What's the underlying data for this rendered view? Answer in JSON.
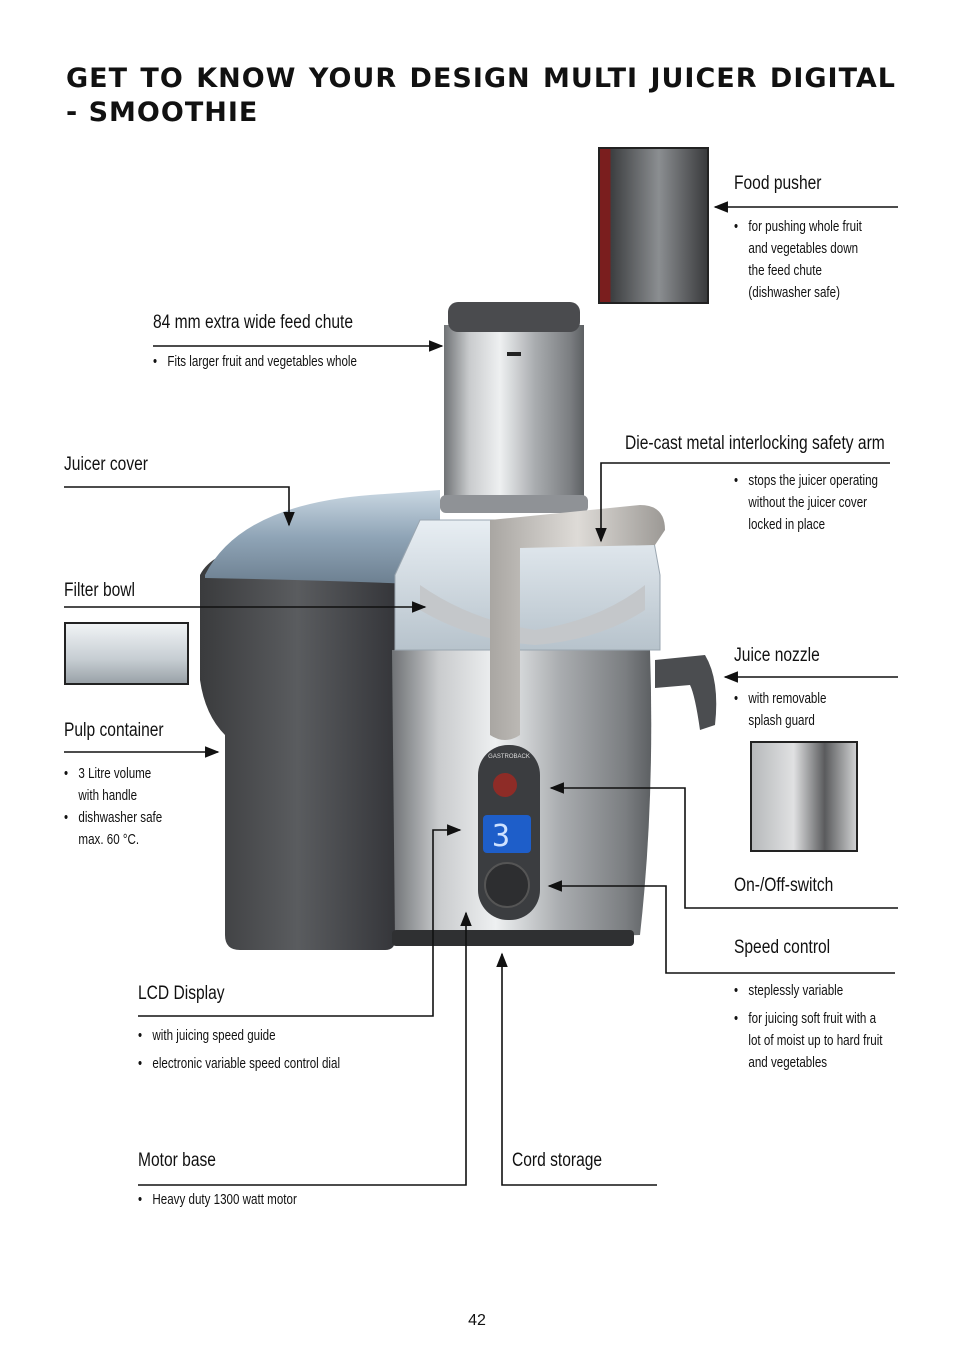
{
  "page": {
    "title": "GET TO KNOW YOUR DESIGN MULTI JUICER DIGITAL - SMOOTHIE",
    "page_number": "42"
  },
  "device": {
    "brand": "GASTROBACK",
    "display_digit": "3"
  },
  "callouts": {
    "food_pusher": {
      "label": "Food pusher",
      "bullets": [
        "for pushing whole fruit",
        "and vegetables down",
        "the feed chute",
        "(dishwasher safe)"
      ]
    },
    "feed_chute": {
      "label": "84 mm extra wide feed chute",
      "bullets": [
        "Fits larger fruit and vegetables whole"
      ]
    },
    "safety_arm": {
      "label": "Die-cast metal interlocking safety arm",
      "bullets": [
        "stops the juicer operating",
        "without the juicer cover",
        "locked in place"
      ]
    },
    "juicer_cover": {
      "label": "Juicer cover"
    },
    "filter_bowl": {
      "label": "Filter bowl"
    },
    "juice_nozzle": {
      "label": "Juice nozzle",
      "bullets": [
        "with removable",
        "splash guard"
      ]
    },
    "pulp_container": {
      "label": "Pulp container",
      "bullets": [
        "3 Litre volume",
        "with handle",
        "dishwasher safe",
        "max. 60 °C."
      ]
    },
    "on_off_switch": {
      "label": "On-/Off-switch"
    },
    "speed_control": {
      "label": "Speed control",
      "bullets": [
        "steplessly variable",
        "for juicing soft fruit with a",
        "lot of moist up to hard fruit",
        "and vegetables"
      ]
    },
    "lcd_display": {
      "label": "LCD Display",
      "bullets": [
        "with juicing speed guide",
        "electronic variable speed control dial"
      ]
    },
    "motor_base": {
      "label": "Motor base",
      "bullets": [
        "Heavy duty 1300 watt motor"
      ]
    },
    "cord_storage": {
      "label": "Cord storage"
    }
  }
}
